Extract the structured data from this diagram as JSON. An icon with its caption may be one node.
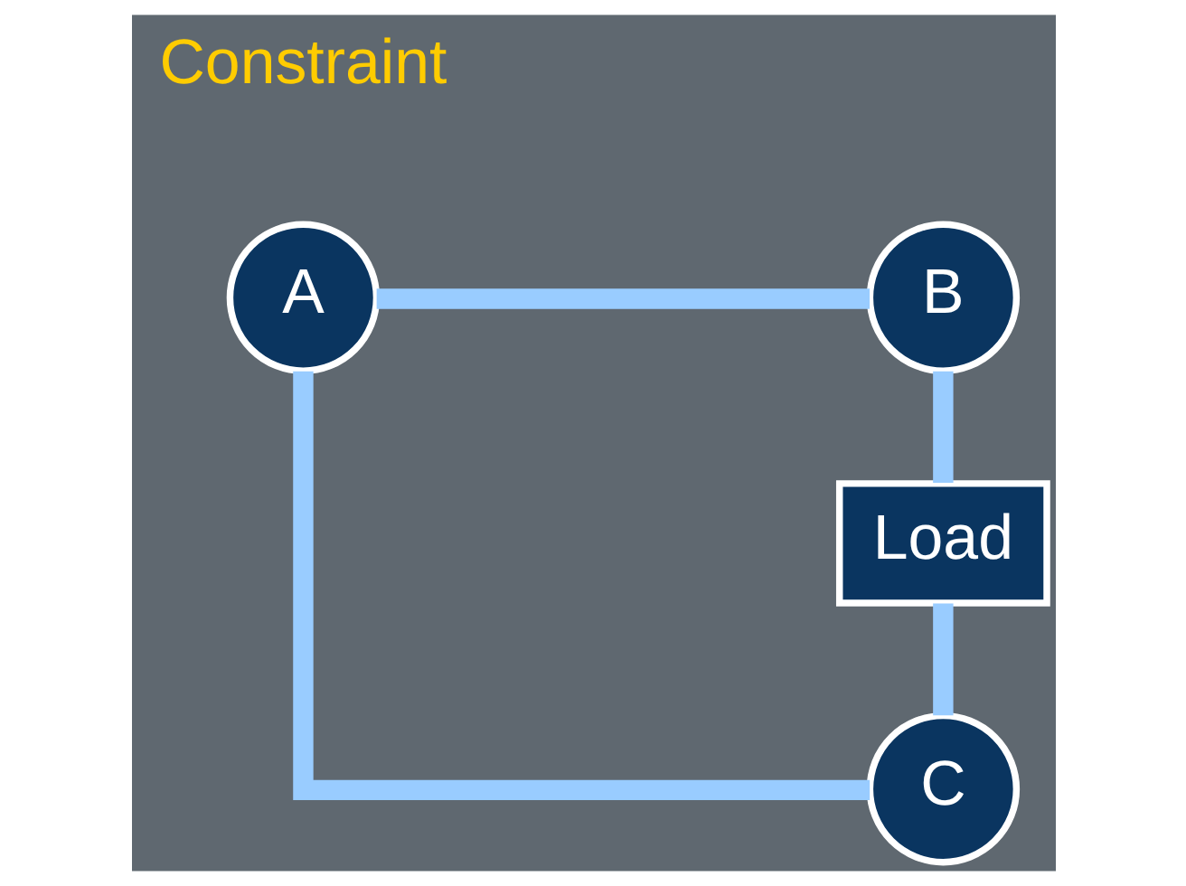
{
  "diagram": {
    "nodes": [
      {
        "text": [
          "A"
        ]
      },
      {
        "text": [
          "B"
        ]
      },
      {
        "text": [
          "Load"
        ]
      },
      {
        "text": [
          "C"
        ]
      }
    ],
    "edges": [
      {
        "from": 0,
        "to": 1,
        "arrow": "none"
      },
      {
        "from": 1,
        "to": 2,
        "arrow": "none"
      },
      {
        "from": 2,
        "to": 3,
        "arrow": "none"
      },
      {
        "from": 0,
        "to": 3,
        "arrow": "none"
      }
    ],
    "labels": [
      "Constraint"
    ]
  }
}
